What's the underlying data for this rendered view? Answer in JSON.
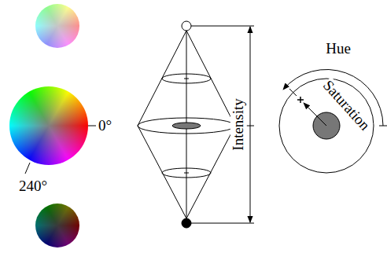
{
  "diagram": {
    "labels": [
      "0°",
      "240°",
      "Intensity",
      "Hue",
      "Saturation"
    ]
  }
}
